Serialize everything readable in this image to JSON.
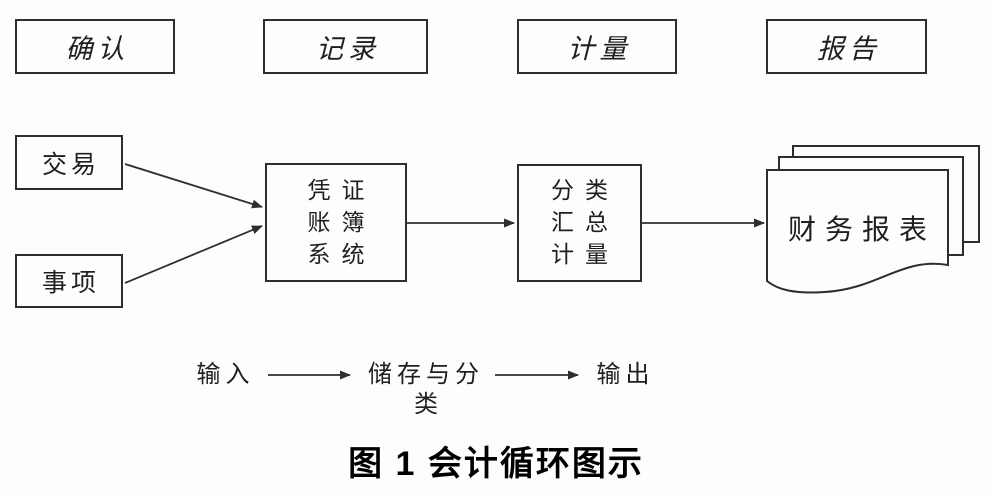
{
  "figure": {
    "caption": "图 1  会计循环图示"
  },
  "colors": {
    "background": "#fdfdfd",
    "line": "#2e2e2e",
    "text": "#1f1f1f",
    "caption": "#000000"
  },
  "stages": [
    {
      "label": "确认"
    },
    {
      "label": "记录"
    },
    {
      "label": "计量"
    },
    {
      "label": "报告"
    }
  ],
  "nodes": {
    "transaction": "交易",
    "event": "事项",
    "voucher_system": [
      "凭证",
      "账簿",
      "系统"
    ],
    "classify_summarize": [
      "分类",
      "汇总",
      "计量"
    ],
    "financial_statements": "财务报表"
  },
  "process": {
    "input": "输入",
    "storage": "储存与分类",
    "output": "输出"
  }
}
